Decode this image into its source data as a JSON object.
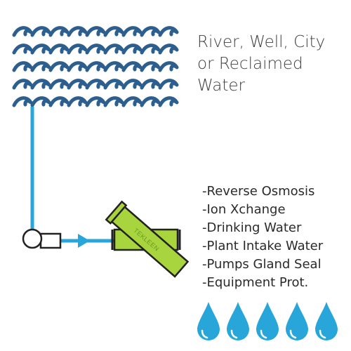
{
  "source": {
    "lines": [
      "River, Well, City",
      "or Reclaimed",
      "Water"
    ]
  },
  "filter_label": "TEKLEEN",
  "applications": [
    "-Reverse Osmosis",
    "-Ion Xchange",
    "-Drinking Water",
    "-Plant Intake Water",
    "-Pumps Gland Seal",
    "-Equipment Prot."
  ],
  "colors": {
    "wave": "#2d5f8e",
    "pipe": "#29a6d9",
    "filter": "#a8d43e",
    "drop": "#29a6d9"
  },
  "icons": [
    "wave-icon",
    "pump-icon",
    "flow-arrow-icon",
    "filter-icon",
    "water-drop-icon"
  ]
}
